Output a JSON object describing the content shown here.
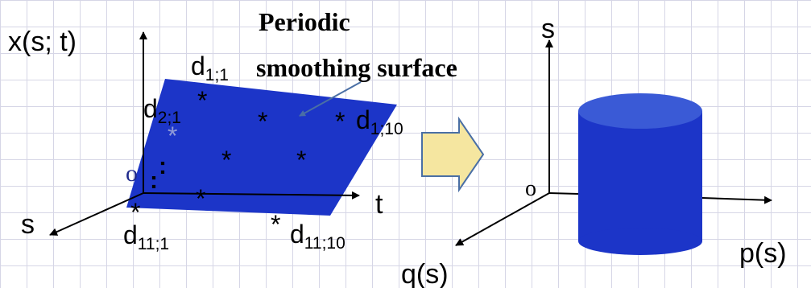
{
  "left_diagram": {
    "y_axis_label": "x(s; t)",
    "s_axis_label": "s",
    "t_axis_label": "t",
    "origin_label": "o",
    "callout_line1": "Periodic",
    "callout_line2": "smoothing surface",
    "points": {
      "d_1_1": {
        "base": "d",
        "sub": "1;1"
      },
      "d_2_1": {
        "base": "d",
        "sub": "2;1"
      },
      "d_1_10": {
        "base": "d",
        "sub": "1;10"
      },
      "d_11_1": {
        "base": "d",
        "sub": "11;1"
      },
      "d_11_10": {
        "base": "d",
        "sub": "11;10"
      }
    },
    "star_glyph": "*",
    "ellipsis_glyph": ":"
  },
  "right_diagram": {
    "s_axis_label": "s",
    "p_axis_label": "p(s)",
    "q_axis_label": "q(s)",
    "origin_label": "o"
  },
  "colors": {
    "surface_blue": "#1c35c8",
    "cylinder_side": "#1c35c8",
    "cylinder_top": "#3a5ad6",
    "arrow_fill": "#f5e6a0",
    "arrow_stroke": "#4a6fa5",
    "origin_blue": "#1f2a8c",
    "faded_star": "#8f9ad8"
  }
}
